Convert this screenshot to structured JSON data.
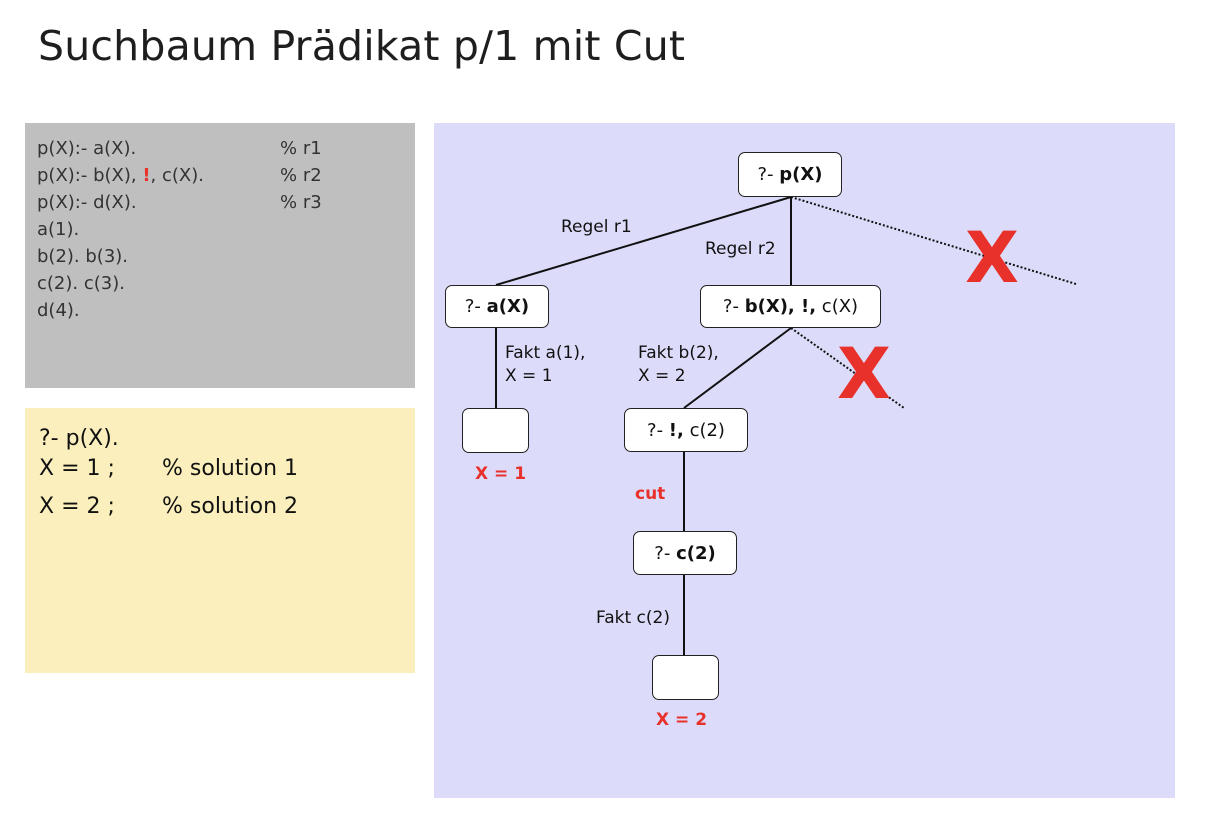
{
  "title": "Suchbaum Prädikat p/1 mit Cut",
  "program": {
    "lines": [
      {
        "code": "p(X):- a(X).",
        "comment": "% r1"
      },
      {
        "code_before": "p(X):- b(X), ",
        "cut": "!",
        "code_after": ", c(X).",
        "comment": "% r2"
      },
      {
        "code": "p(X):- d(X).",
        "comment": "% r3"
      },
      {
        "code": "a(1)."
      },
      {
        "code": "b(2). b(3)."
      },
      {
        "code": "c(2). c(3)."
      },
      {
        "code": "d(4)."
      }
    ]
  },
  "query": {
    "prompt": "?- p(X).",
    "answers": [
      {
        "binding": "X = 1 ;",
        "comment": "% solution 1"
      },
      {
        "binding": "X = 2 ;",
        "comment": "% solution 2"
      }
    ]
  },
  "tree": {
    "root": {
      "prefix": "?- ",
      "goal": "p(X)"
    },
    "node_a": {
      "prefix": "?- ",
      "goal": "a(X)"
    },
    "node_b": {
      "prefix": "?- ",
      "goal_bold": "b(X), !,",
      "goal_rest": " c(X)"
    },
    "node_cut": {
      "prefix": "?- ",
      "goal_bold": "!,",
      "goal_rest": " c(2)"
    },
    "node_c": {
      "prefix": "?- ",
      "goal": "c(2)"
    },
    "edge_r1": "Regel r1",
    "edge_r2": "Regel r2",
    "edge_fakt_a": [
      "Fakt a(1),",
      "X = 1"
    ],
    "edge_fakt_b": [
      "Fakt b(2),",
      "X = 2"
    ],
    "edge_cut": "cut",
    "edge_fakt_c": "Fakt c(2)",
    "result_1": "X = 1",
    "result_2": "X = 2",
    "prune_mark": "X",
    "colors": {
      "accent": "#e8312a",
      "tree_bg": "#dcdcfa",
      "code_bg": "#bfbfbf",
      "query_bg": "#fbf0bd"
    }
  }
}
